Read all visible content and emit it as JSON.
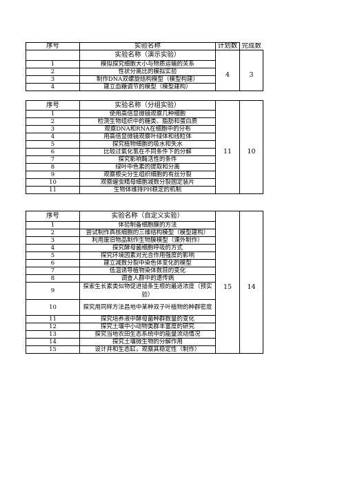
{
  "header": {
    "col_index": "序号",
    "col_name": "实验名称",
    "col_planned": "计划数",
    "col_done": "完成数"
  },
  "section1": {
    "title": "实验名称（演示实验）",
    "planned": "4",
    "done": "3",
    "rows": [
      {
        "no": "1",
        "name": "模拟探究细胞大小与物质运输的关系"
      },
      {
        "no": "2",
        "name": "性状分离比的模拟实验"
      },
      {
        "no": "3",
        "name": "制作DNA双螺旋结构模型（模型构建）"
      },
      {
        "no": "4",
        "name": "建立血糖调节的模型（模型建构）"
      }
    ]
  },
  "section2": {
    "col_index": "序号",
    "title": "实验名称（分组实验）",
    "planned": "11",
    "done": "10",
    "rows": [
      {
        "no": "1",
        "name": "使用高倍显微镜观察几种细胞"
      },
      {
        "no": "2",
        "name": "检测生物组织中的糖类、脂肪和蛋白质"
      },
      {
        "no": "3",
        "name": "观察DNA和RNA在细胞中的分布"
      },
      {
        "no": "4",
        "name": "用高倍显微镜观察叶绿体和线粒体"
      },
      {
        "no": "5",
        "name": "探究植物细胞的吸水和失水"
      },
      {
        "no": "6",
        "name": "比较过氧化氢在不同条件下的分解"
      },
      {
        "no": "7",
        "name": "探究影响酶活性的条件"
      },
      {
        "no": "8",
        "name": "绿叶中色素的提取和分离"
      },
      {
        "no": "9",
        "name": "观察根尖分生组织细胞的有丝分裂"
      },
      {
        "no": "10",
        "name": "观察蝗虫精母细胞减数分裂固定装片"
      },
      {
        "no": "11",
        "name": "生物体维持PH稳定的机制"
      }
    ]
  },
  "section3": {
    "col_index": "序号",
    "title": "实验名称（自定义实验）",
    "planned": "15",
    "done": "14",
    "rows": [
      {
        "no": "1",
        "name": "体验制备细胞膜的方法"
      },
      {
        "no": "2",
        "name": "尝试制作真核细胞的三维结构模型（模型建构）"
      },
      {
        "no": "3",
        "name": "利用废旧物品制作生物膜模型（课外制作）"
      },
      {
        "no": "4",
        "name": "探究酵母菌细胞呼吸的方式"
      },
      {
        "no": "5",
        "name": "探究环境因素对光合作用强度的影响"
      },
      {
        "no": "6",
        "name": "建立减数分裂中染色体变化的模型"
      },
      {
        "no": "7",
        "name": "低温诱导植物染体数目的变化"
      },
      {
        "no": "8",
        "name": "调查人群中的遗传病"
      },
      {
        "no": "9",
        "name": "探索生长素类似物促进插条生根的最适浓度（预实验）"
      },
      {
        "no": "10",
        "name": "探究用同样方法昌地中某种双子叶植物的种群密度"
      },
      {
        "no": "11",
        "name": "探究培养液中酵母菌种群数量的变化"
      },
      {
        "no": "12",
        "name": "探究土壤中小动物类群丰富度的研究"
      },
      {
        "no": "13",
        "name": "探究当地农田生态系统中的能量流动情况"
      },
      {
        "no": "14",
        "name": "探究土壤微生物的分解作用"
      },
      {
        "no": "15",
        "name": "设计并和生态缸，观察其稳定性（制作）"
      }
    ]
  }
}
